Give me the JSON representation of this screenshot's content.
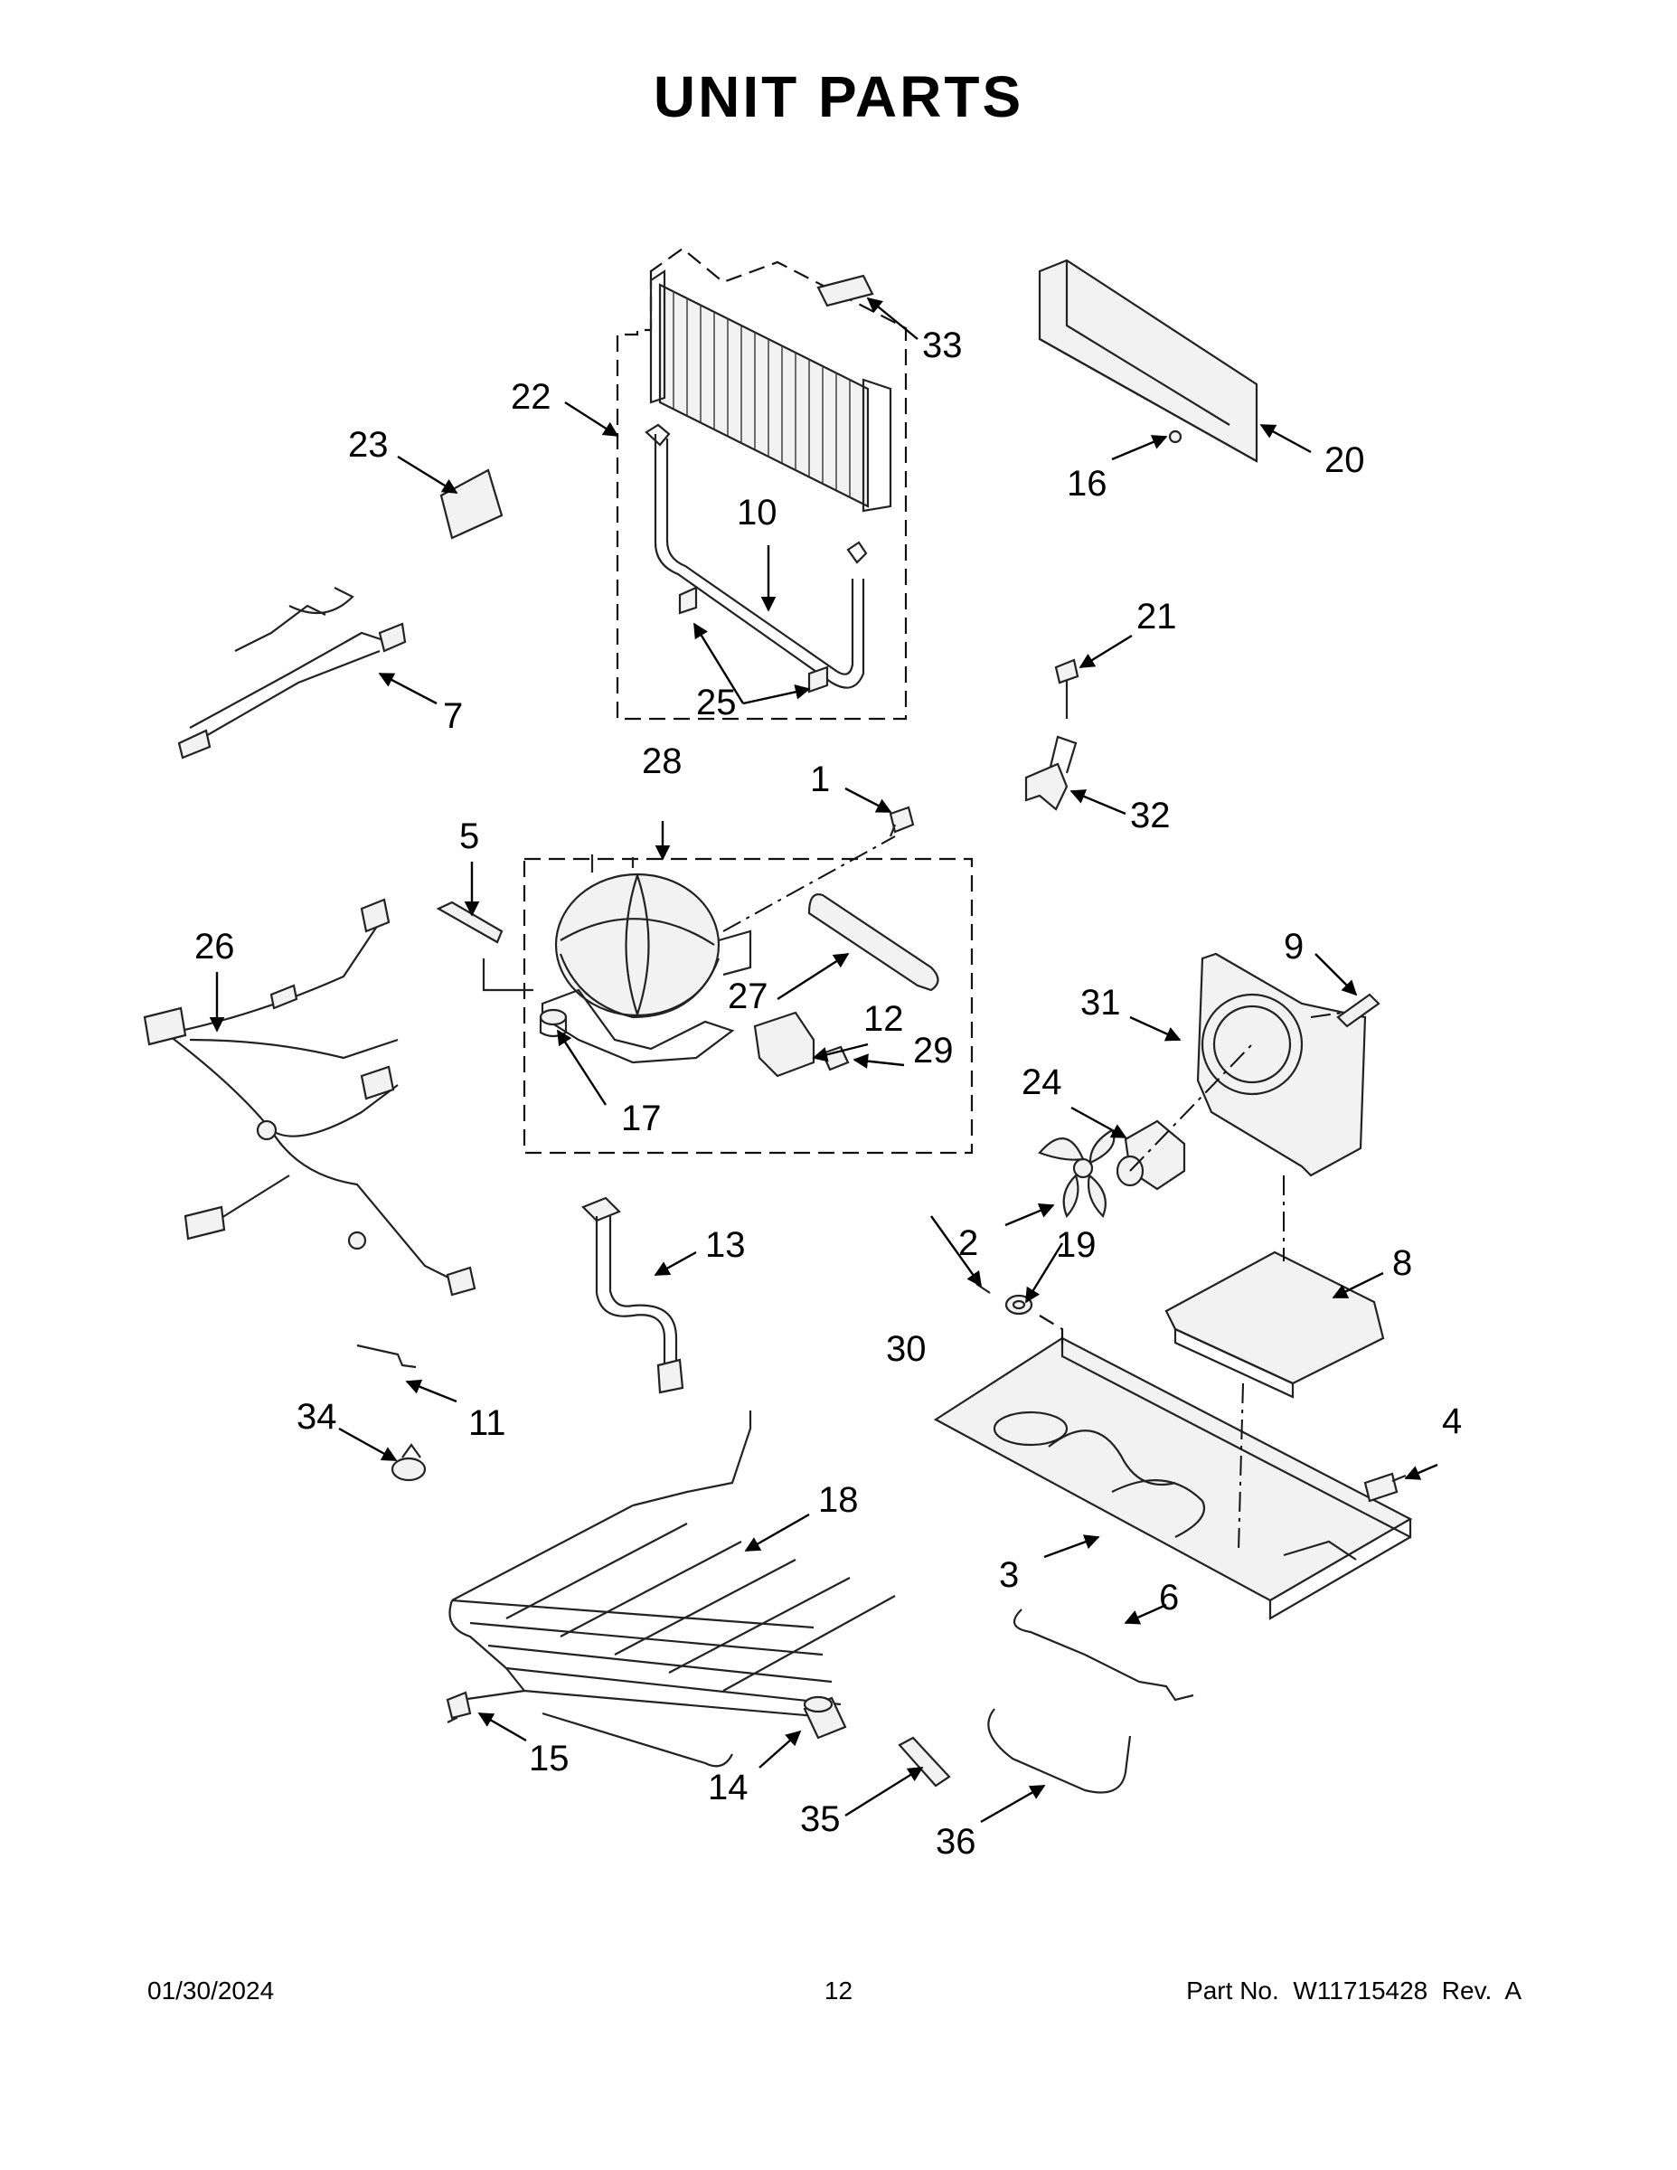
{
  "page_title": "UNIT PARTS",
  "footer": {
    "date": "01/30/2024",
    "page_number": "12",
    "part_number": "Part No.  W11715428  Rev.  A"
  },
  "callouts": {
    "c1": "1",
    "c2": "2",
    "c3": "3",
    "c4": "4",
    "c5": "5",
    "c6": "6",
    "c7": "7",
    "c8": "8",
    "c9": "9",
    "c10": "10",
    "c11": "11",
    "c12": "12",
    "c13": "13",
    "c14": "14",
    "c15": "15",
    "c16": "16",
    "c17": "17",
    "c18": "18",
    "c19": "19",
    "c20": "20",
    "c21": "21",
    "c22": "22",
    "c23": "23",
    "c24": "24",
    "c25": "25",
    "c26": "26",
    "c27": "27",
    "c28": "28",
    "c29": "29",
    "c30": "30",
    "c31": "31",
    "c32": "32",
    "c33": "33",
    "c34": "34",
    "c35": "35",
    "c36": "36"
  }
}
